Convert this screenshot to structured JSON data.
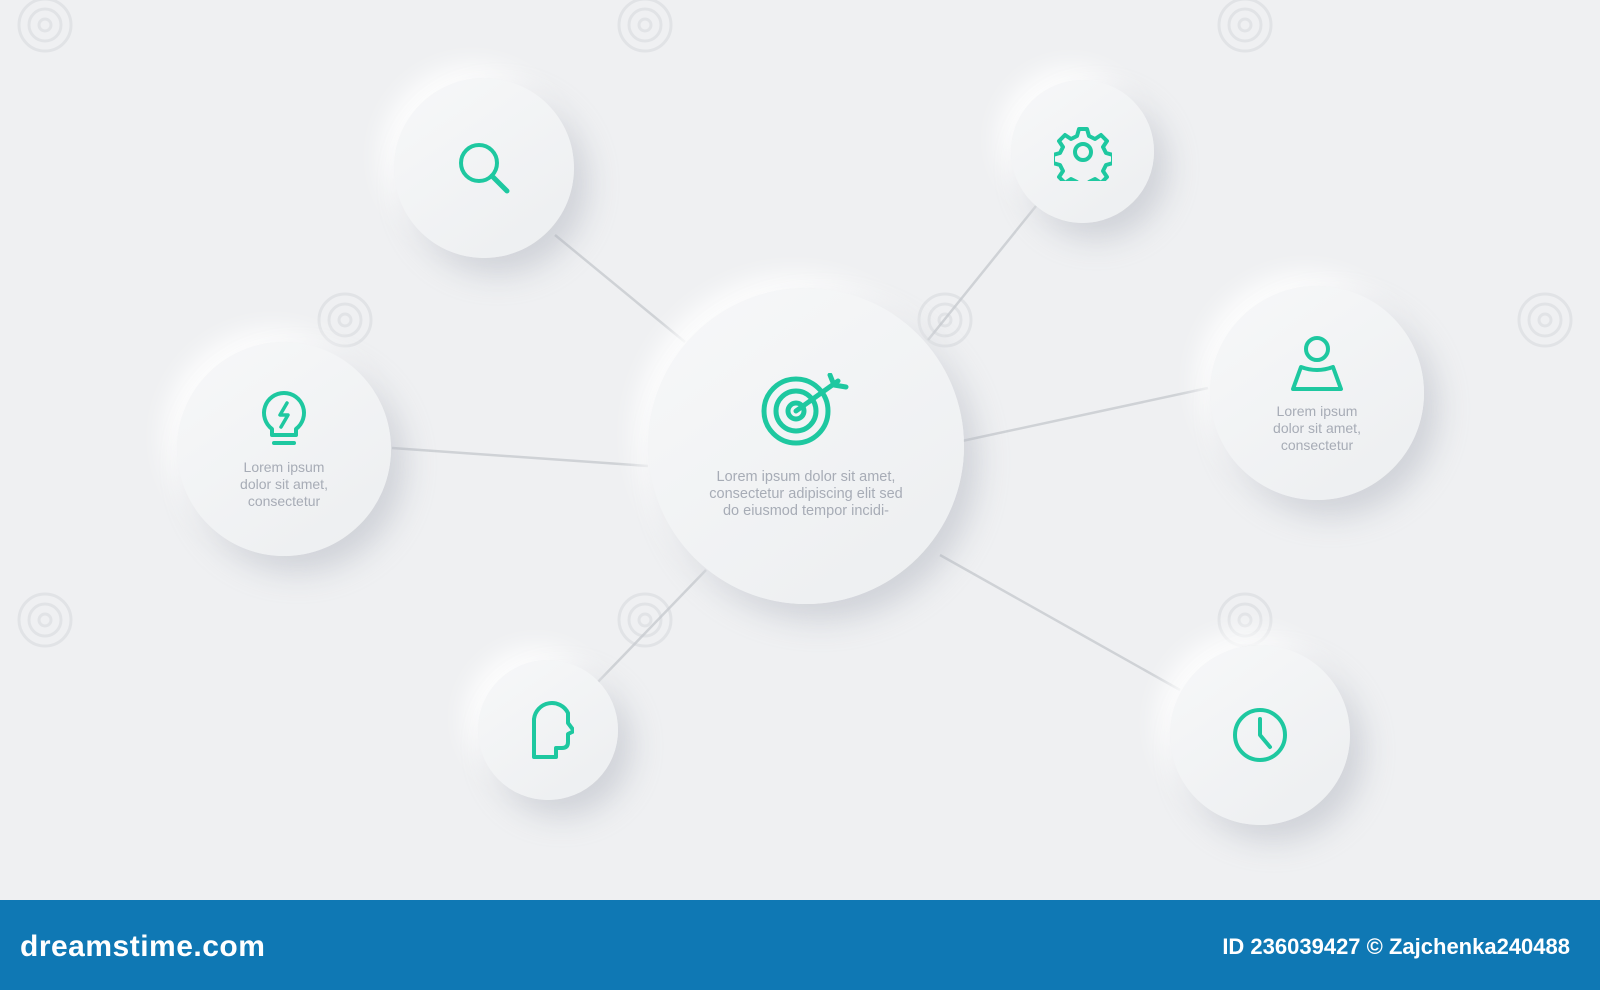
{
  "colors": {
    "background": "#eff0f2",
    "accent": "#1ec8a0",
    "text": "#a7acb6",
    "connector": "#cfd2d6",
    "footer_bg": "#0f78b4"
  },
  "diagram": {
    "center": {
      "icon": "target-icon",
      "text": "Lorem ipsum dolor sit amet,\nconsectetur adipiscing elit sed\ndo eiusmod tempor incidi-"
    },
    "nodes": [
      {
        "id": "search",
        "icon": "search-icon",
        "text": ""
      },
      {
        "id": "settings",
        "icon": "gear-icon",
        "text": ""
      },
      {
        "id": "idea",
        "icon": "lightbulb-icon",
        "text": "Lorem ipsum\ndolor sit amet,\nconsectetur"
      },
      {
        "id": "user",
        "icon": "user-icon",
        "text": "Lorem ipsum\ndolor sit amet,\nconsectetur"
      },
      {
        "id": "mind",
        "icon": "head-profile-icon",
        "text": ""
      },
      {
        "id": "time",
        "icon": "clock-icon",
        "text": ""
      }
    ]
  },
  "footer": {
    "brand": "dreamstime.com",
    "credit": "ID 236039427 © Zajchenka240488"
  }
}
